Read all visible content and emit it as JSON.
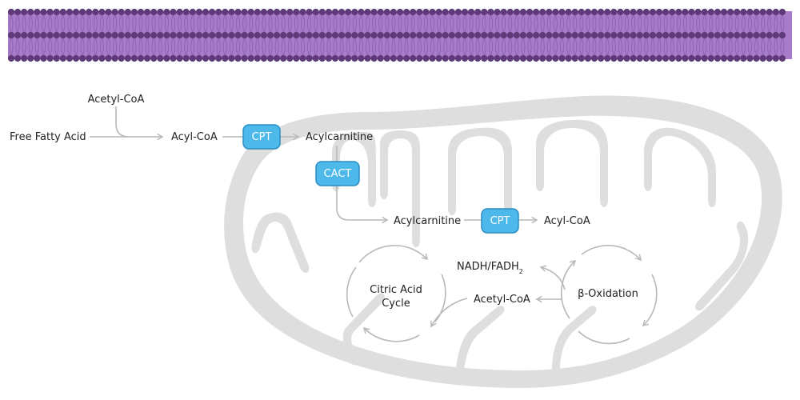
{
  "colors": {
    "membrane_fill": "#a77bc7",
    "membrane_head": "#5e3a78",
    "mito_outer": "#dedede",
    "enzyme_fill": "#4db8ea",
    "enzyme_stroke": "#2b8ec4",
    "arrow": "#b8b8b8"
  },
  "labels": {
    "acetyl_coa_top": "Acetyl-CoA",
    "free_fatty_acid": "Free Fatty Acid",
    "acyl_coa_cytosol": "Acyl-CoA",
    "acylcarnitine_1": "Acylcarnitine",
    "acylcarnitine_2": "Acylcarnitine",
    "acyl_coa_matrix": "Acyl-CoA",
    "nadh_fadh": "NADH/FADH",
    "nadh_fadh_sub": "2",
    "acetyl_coa_matrix": "Acetyl-CoA",
    "citric_acid_1": "Citric Acid",
    "citric_acid_2": "Cycle",
    "beta_oxidation": "β-Oxidation"
  },
  "enzymes": {
    "cpt_1": "CPT",
    "cact": "CACT",
    "cpt_2": "CPT"
  }
}
